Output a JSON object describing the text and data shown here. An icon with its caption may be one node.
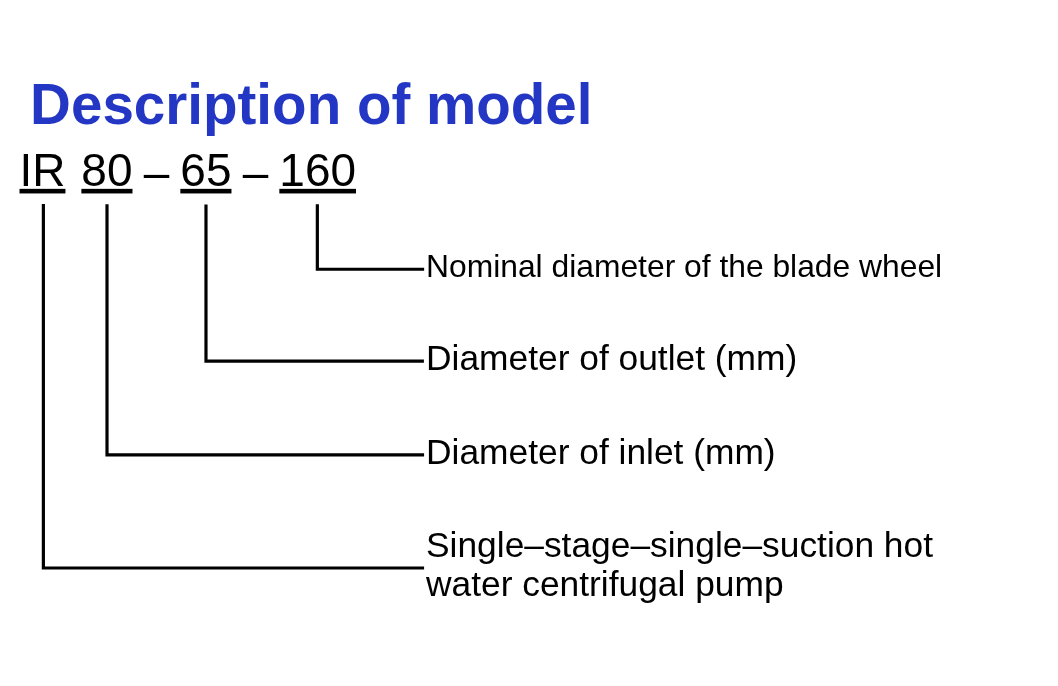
{
  "diagram": {
    "title": "Description of model",
    "nodes": [
      {
        "text": [
          "IR"
        ]
      },
      {
        "text": [
          "80"
        ]
      },
      {
        "text": [
          "65"
        ]
      },
      {
        "text": [
          "160"
        ]
      },
      {
        "text": [
          "Nominal diameter of the blade wheel"
        ]
      },
      {
        "text": [
          "Diameter of outlet (mm)"
        ]
      },
      {
        "text": [
          "Diameter of inlet (mm)"
        ]
      },
      {
        "text": [
          "Single–stage–single–suction hot water centrifugal pump"
        ]
      }
    ],
    "edges": [
      {
        "from": 3,
        "to": 4,
        "arrow": "none"
      },
      {
        "from": 2,
        "to": 5,
        "arrow": "none"
      },
      {
        "from": 1,
        "to": 6,
        "arrow": "none"
      },
      {
        "from": 0,
        "to": 7,
        "arrow": "none"
      }
    ],
    "labels": [
      "–",
      "–"
    ]
  }
}
